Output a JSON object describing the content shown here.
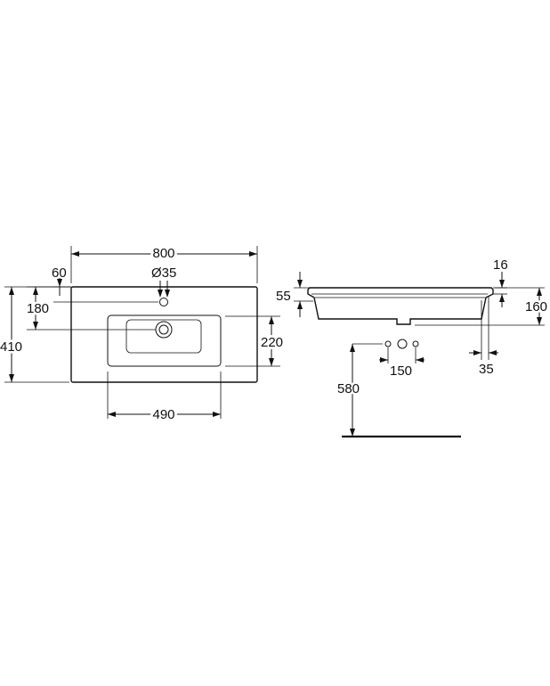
{
  "dimensions": {
    "width_total": "800",
    "hole_offset": "60",
    "hole_diameter": "Ø35",
    "hole_depth": "180",
    "depth_total": "410",
    "bowl_depth": "220",
    "bowl_width": "490",
    "rim_height": "55",
    "rim_thickness": "16",
    "basin_height": "160",
    "edge_offset": "35",
    "outlet_spacing": "150",
    "floor_height": "580"
  }
}
